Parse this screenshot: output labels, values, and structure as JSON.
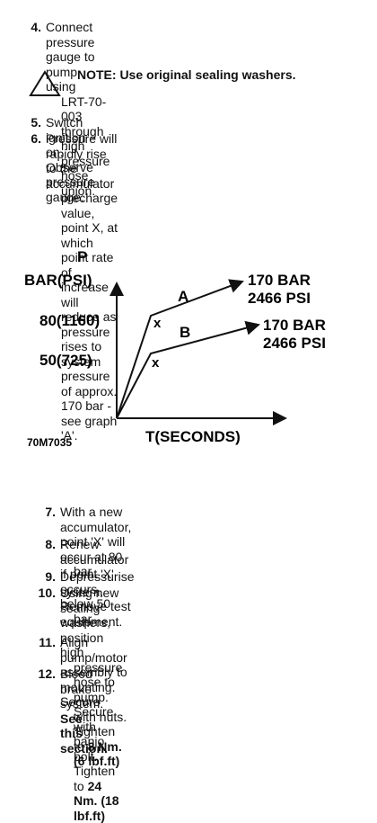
{
  "steps_top": [
    {
      "num": "4.",
      "lines": [
        "Connect pressure gauge to pump using",
        "LRT-70-003 through high pressure hose union."
      ]
    },
    {
      "num": "5.",
      "lines": [
        "Switch ignition on. Observe pressure gauge."
      ]
    },
    {
      "num": "6.",
      "lines": [
        "Pressure will rapidly rise to the accumulator",
        "precharge value, point X, at which point rate of",
        "increase will reduce as pressure rises to system",
        "pressure of approx. 170 bar - see graph 'A'."
      ]
    }
  ],
  "note": {
    "text": "NOTE: Use original sealing washers.",
    "icon": "warning-triangle-icon"
  },
  "graph": {
    "p_label": "P",
    "y_axis_label": "BAR(PSI)",
    "tick_80": "80(1160)",
    "tick_50": "50(725)",
    "x_axis_label": "T(SECONDS)",
    "figure_ref": "70M7035",
    "line_a_label": "A",
    "line_b_label": "B",
    "point_x": "x",
    "end_a_bar": "170 BAR",
    "end_a_psi": "2466 PSI",
    "end_b_bar": "170 BAR",
    "end_b_psi": "2466 PSI"
  },
  "steps_bottom": [
    {
      "num": "7.",
      "lines": [
        "With a new accumulator, point 'X' will occur at 80",
        "bar."
      ]
    },
    {
      "num": "8.",
      "lines": [
        "Renew accumulator if point 'X' occurs below 50",
        "bar."
      ]
    },
    {
      "num": "9.",
      "lines": [
        "Depressurise system. Remove test equipment."
      ]
    },
    {
      "num": "10.",
      "lines": [
        "Using new sealing washers, position high",
        "pressure hose to pump. Secure with banjo bolt.",
        "Tighten to "
      ],
      "torque": "24 Nm. (18 lbf.ft)"
    },
    {
      "num": "11.",
      "lines": [
        "Align pump/motor assembly to mounting. Secure",
        "with nuts. Tighten to "
      ],
      "torque": "8 Nm. (6 lbf.ft)"
    },
    {
      "num": "12.",
      "lines": [
        "Bleed brake system. "
      ],
      "bold_tail": "See this section."
    }
  ]
}
